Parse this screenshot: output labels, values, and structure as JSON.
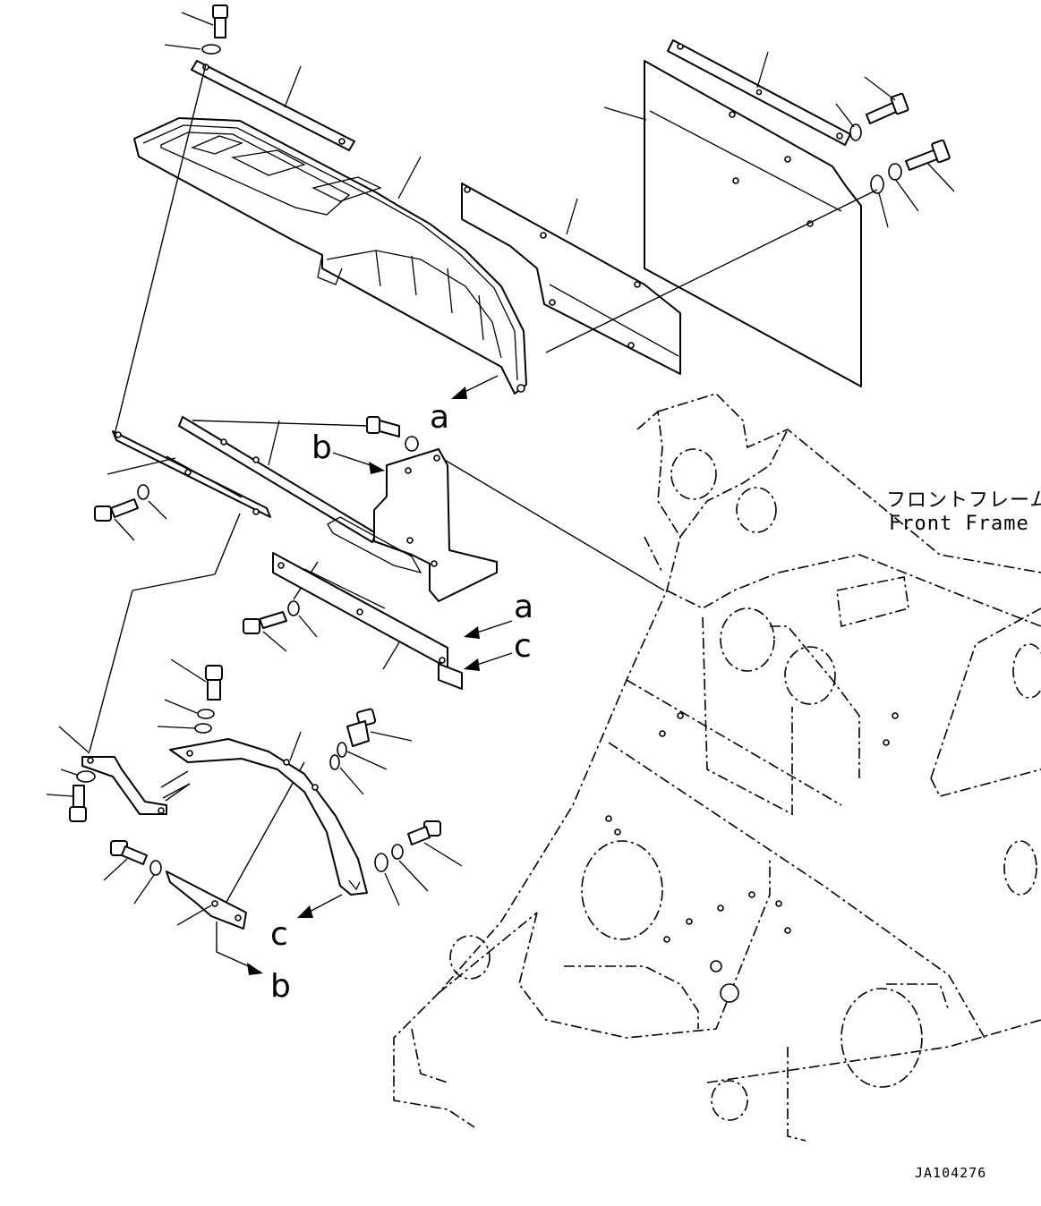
{
  "callouts": {
    "a_top": "a",
    "b_top": "b",
    "a_mid": "a",
    "c_mid": "c",
    "c_bottom": "c",
    "b_bottom": "b"
  },
  "frame_label": {
    "japanese": "フロントフレーム",
    "english": "Front Frame"
  },
  "drawing_code": "JA104276"
}
